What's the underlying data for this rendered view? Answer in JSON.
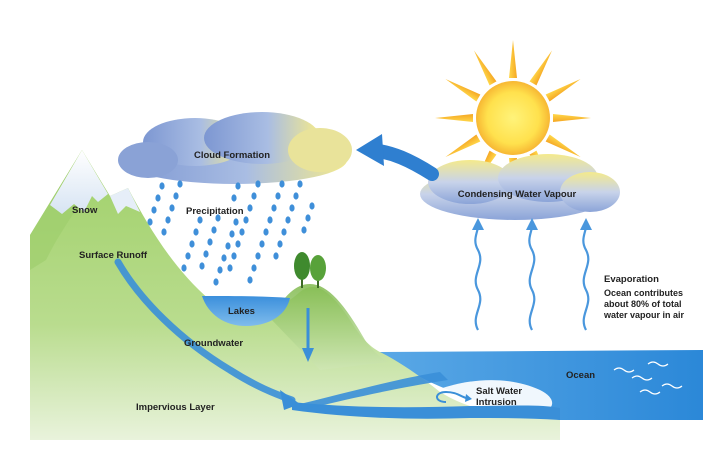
{
  "labels": {
    "cloud_formation": "Cloud Formation",
    "condensing": "Condensing Water Vapour",
    "snow": "Snow",
    "precipitation": "Precipitation",
    "surface_runoff": "Surface Runoff",
    "lakes": "Lakes",
    "groundwater": "Groundwater",
    "impervious": "Impervious Layer",
    "ocean": "Ocean",
    "salt_water_1": "Salt Water",
    "salt_water_2": "Intrusion",
    "evaporation": "Evaporation",
    "ocean_note_1": "Ocean contributes",
    "ocean_note_2": "about 80% of total",
    "ocean_note_3": "water vapour in air"
  },
  "colors": {
    "land_light": "#cfe3b0",
    "land_green": "#8cc15a",
    "land_dark": "#5f9a3a",
    "water_blue": "#3a8fd8",
    "arrow_blue": "#2f7fd0",
    "sun_yellow": "#ffe14d",
    "sun_orange": "#f7b733",
    "cloud_blue": "#8fa6d6",
    "cloud_yellow": "#f6ec8a"
  }
}
